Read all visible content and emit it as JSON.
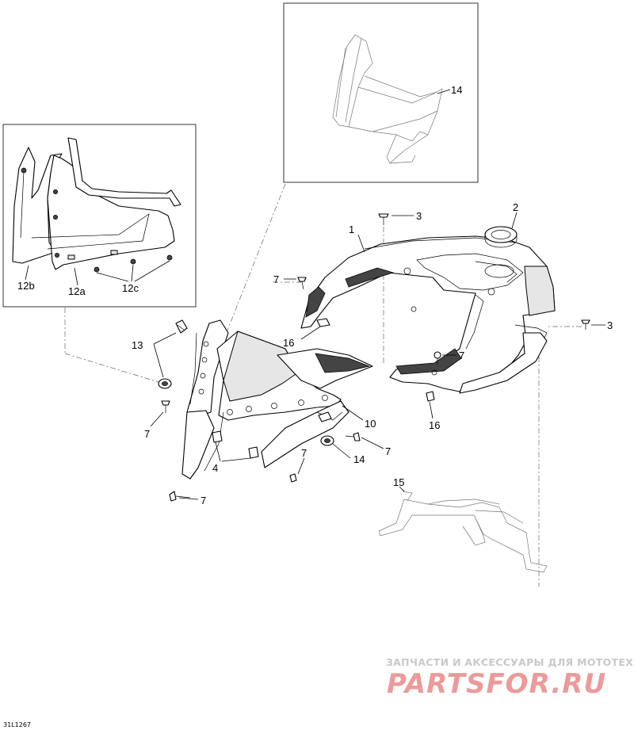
{
  "diagram": {
    "reference_code": "31L1267",
    "callouts": {
      "c1": "1",
      "c2": "2",
      "c3a": "3",
      "c3b": "3",
      "c4": "4",
      "c7a": "7",
      "c7b": "7",
      "c7c": "7",
      "c7d": "7",
      "c7e": "7",
      "c10": "10",
      "c12a": "12a",
      "c12b": "12b",
      "c12c": "12c",
      "c13": "13",
      "c14a": "14",
      "c14b": "14",
      "c15": "15",
      "c16a": "16",
      "c16b": "16"
    }
  },
  "watermark": {
    "tagline": "ЗАПЧАСТИ И АКСЕССУАРЫ ДЛЯ МОТОТЕХНИКИ",
    "brand": "PARTSFOR.RU",
    "color": "#e88c8c"
  }
}
